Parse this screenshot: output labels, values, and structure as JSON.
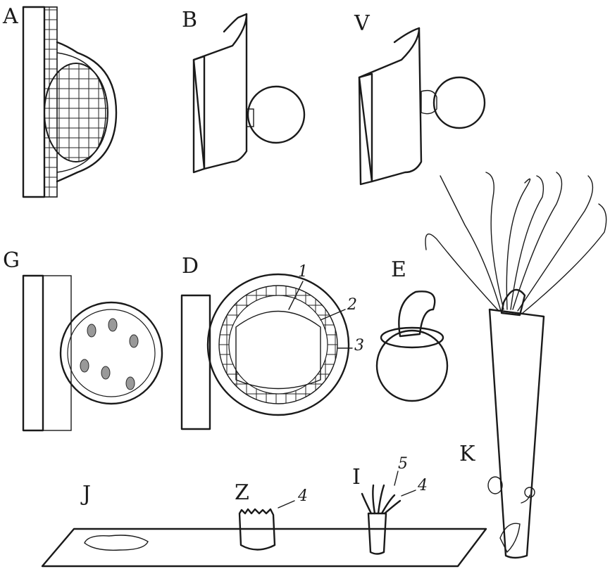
{
  "panels": {
    "A": "A",
    "B": "B",
    "V": "V",
    "G": "G",
    "D": "D",
    "E": "E",
    "J": "J",
    "Z": "Z",
    "I": "I",
    "K": "K"
  },
  "callouts": {
    "c1": "1",
    "c2": "2",
    "c3": "3",
    "c4a": "4",
    "c4b": "4",
    "c5": "5"
  },
  "colors": {
    "ink": "#1a1a1a",
    "paper": "#ffffff",
    "shade": "#cfcfcf"
  }
}
